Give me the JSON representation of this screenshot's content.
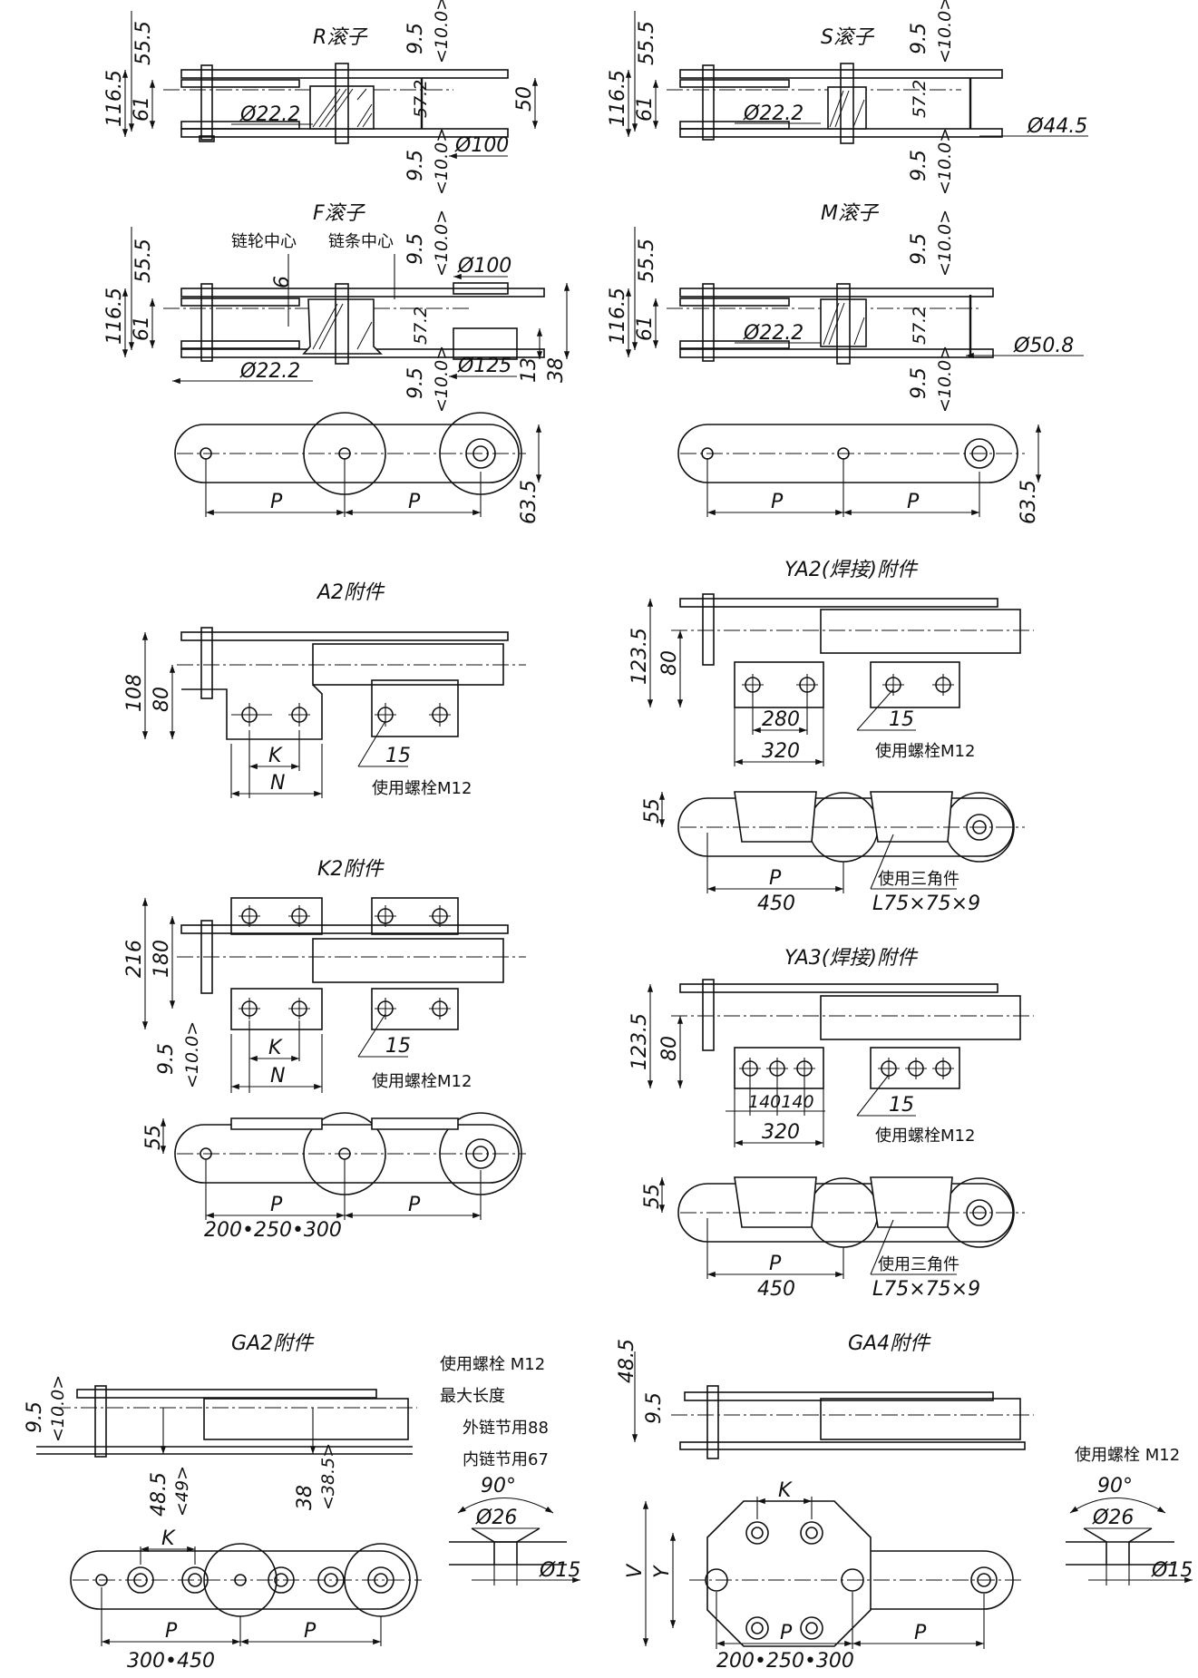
{
  "views": {
    "r_roller": {
      "title": "R滚子",
      "dims": {
        "d1": "55.5",
        "d2": "116.5",
        "d3": "61",
        "d4": "Ø22.2",
        "d5": "9.5",
        "d6": "<10.0>",
        "d7": "57.2",
        "d8": "50",
        "d9": "Ø100",
        "d10": "9.5",
        "d11": "<10.0>"
      }
    },
    "s_roller": {
      "title": "S滚子",
      "dims": {
        "d1": "55.5",
        "d2": "116.5",
        "d3": "61",
        "d4": "Ø22.2",
        "d5": "9.5",
        "d6": "<10.0>",
        "d7": "57.2",
        "d8": "Ø44.5",
        "d9": "9.5",
        "d10": "<10.0>"
      }
    },
    "f_roller": {
      "title": "F滚子",
      "labels": {
        "sprocket_center": "链轮中心",
        "chain_center": "链条中心"
      },
      "dims": {
        "d1": "55.5",
        "d2": "116.5",
        "d3": "61",
        "d4": "6",
        "d5": "Ø22.2",
        "d6": "9.5",
        "d7": "<10.0>",
        "d8": "57.2",
        "d9": "Ø100",
        "d10": "Ø125",
        "d11": "13",
        "d12": "38",
        "d13": "9.5",
        "d14": "<10.0>"
      }
    },
    "m_roller": {
      "title": "M滚子",
      "dims": {
        "d1": "55.5",
        "d2": "116.5",
        "d3": "61",
        "d4": "Ø22.2",
        "d5": "9.5",
        "d6": "<10.0>",
        "d7": "57.2",
        "d8": "Ø50.8",
        "d9": "9.5",
        "d10": "<10.0>"
      }
    },
    "plan_left": {
      "p1": "P",
      "p2": "P",
      "h": "63.5"
    },
    "plan_right": {
      "p1": "P",
      "p2": "P",
      "h": "63.5"
    },
    "a2": {
      "title": "A2附件",
      "dims": {
        "d1": "108",
        "d2": "80",
        "k": "K",
        "n": "N",
        "hole": "15",
        "note": "使用螺栓M12"
      }
    },
    "ya2": {
      "title": "YA2(焊接)附件",
      "dims": {
        "d1": "123.5",
        "d2": "80",
        "d3": "280",
        "d4": "320",
        "hole": "15",
        "note": "使用螺栓M12",
        "h": "55",
        "p": "P",
        "pv": "450",
        "angle_note": "使用三角件",
        "angle_spec": "L75×75×9"
      }
    },
    "k2": {
      "title": "K2附件",
      "dims": {
        "d1": "216",
        "d2": "180",
        "k": "K",
        "n": "N",
        "hole": "15",
        "note": "使用螺栓M12",
        "d3": "9.5",
        "d4": "<10.0>",
        "h": "55",
        "p1": "P",
        "p2": "P",
        "pv": "200•250•300"
      }
    },
    "ya3": {
      "title": "YA3(焊接)附件",
      "dims": {
        "d1": "123.5",
        "d2": "80",
        "d3": "140140",
        "d4": "320",
        "hole": "15",
        "note": "使用螺栓M12",
        "h": "55",
        "p": "P",
        "pv": "450",
        "angle_note": "使用三角件",
        "angle_spec": "L75×75×9"
      }
    },
    "ga2": {
      "title": "GA2附件",
      "dims": {
        "d1": "9.5",
        "d2": "<10.0>",
        "d3": "48.5",
        "d4": "<49>",
        "d5": "38",
        "d6": "<38.5>",
        "k": "K",
        "p1": "P",
        "p2": "P",
        "pv": "300•450"
      },
      "notes": {
        "bolt": "使用螺栓 M12",
        "max_len": "最大长度",
        "outer": "外链节用88",
        "inner": "内链节用67"
      },
      "detail": {
        "angle": "90°",
        "d1": "Ø26",
        "d2": "Ø15"
      }
    },
    "ga4": {
      "title": "GA4附件",
      "dims": {
        "d1": "48.5",
        "d2": "9.5",
        "k": "K",
        "v": "V",
        "y": "Y",
        "p1": "P",
        "p2": "P",
        "pv": "200•250•300"
      },
      "notes": {
        "bolt": "使用螺栓 M12"
      },
      "detail": {
        "angle": "90°",
        "d1": "Ø26",
        "d2": "Ø15"
      }
    }
  }
}
